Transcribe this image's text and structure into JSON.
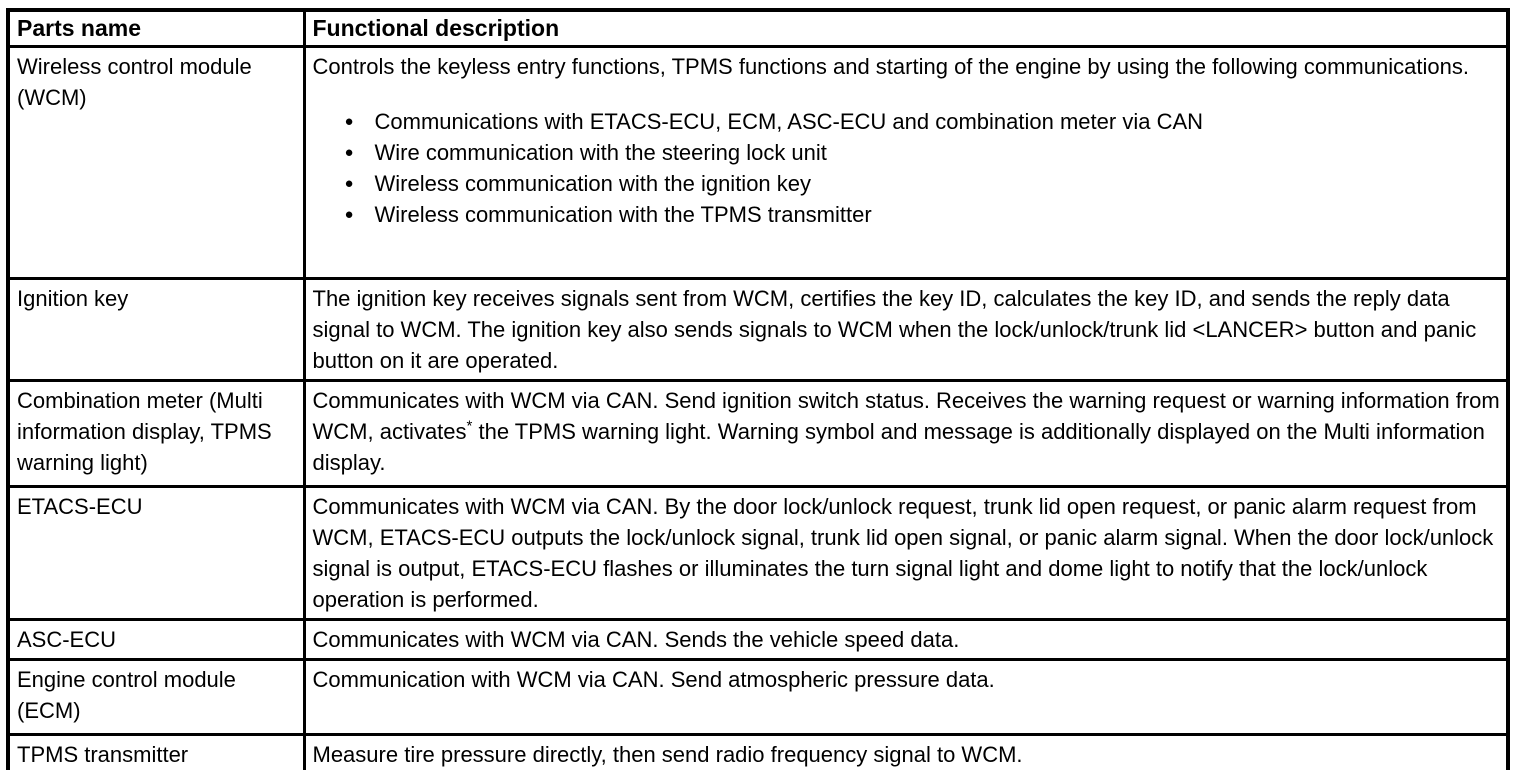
{
  "icons": {
    "bullet": "●"
  },
  "table": {
    "columns": [
      "Parts name",
      "Functional description"
    ],
    "rows": [
      {
        "part": "Wireless control module (WCM)",
        "intro": "Controls the keyless entry functions, TPMS functions and starting of the engine by using the following communications.",
        "bullets": [
          "Communications with ETACS-ECU, ECM, ASC-ECU and combination meter via CAN",
          "Wire communication with the steering lock unit",
          "Wireless communication with the ignition key",
          "Wireless communication with the TPMS transmitter"
        ]
      },
      {
        "part": "Ignition key",
        "desc": "The ignition key receives signals sent from WCM, certifies the key ID, calculates the key ID, and sends the reply data signal to WCM. The ignition key also sends signals to WCM when the lock/unlock/trunk lid <LANCER> button and panic button on it are operated."
      },
      {
        "part": "Combination meter (Multi information display, TPMS warning light)",
        "desc_pre": "Communicates with WCM via CAN. Send ignition switch status. Receives the warning request or warning information from WCM, activates",
        "desc_sup": "*",
        "desc_post": " the TPMS warning light. Warning symbol and message is additionally displayed on the Multi information display."
      },
      {
        "part": "ETACS-ECU",
        "desc": "Communicates with WCM via CAN. By the door lock/unlock request, trunk lid open request, or panic alarm request from WCM, ETACS-ECU outputs the lock/unlock signal, trunk lid open signal, or panic alarm signal. When the door lock/unlock signal is output, ETACS-ECU flashes or illuminates the turn signal light and dome light to notify that the lock/unlock operation is performed."
      },
      {
        "part": "ASC-ECU",
        "desc": "Communicates with WCM via CAN. Sends the vehicle speed data."
      },
      {
        "part": "Engine control module (ECM)",
        "desc": "Communication with WCM via CAN. Send atmospheric pressure data."
      },
      {
        "part": "TPMS transmitter",
        "desc": "Measure tire pressure directly, then send radio frequency signal to WCM."
      }
    ]
  }
}
